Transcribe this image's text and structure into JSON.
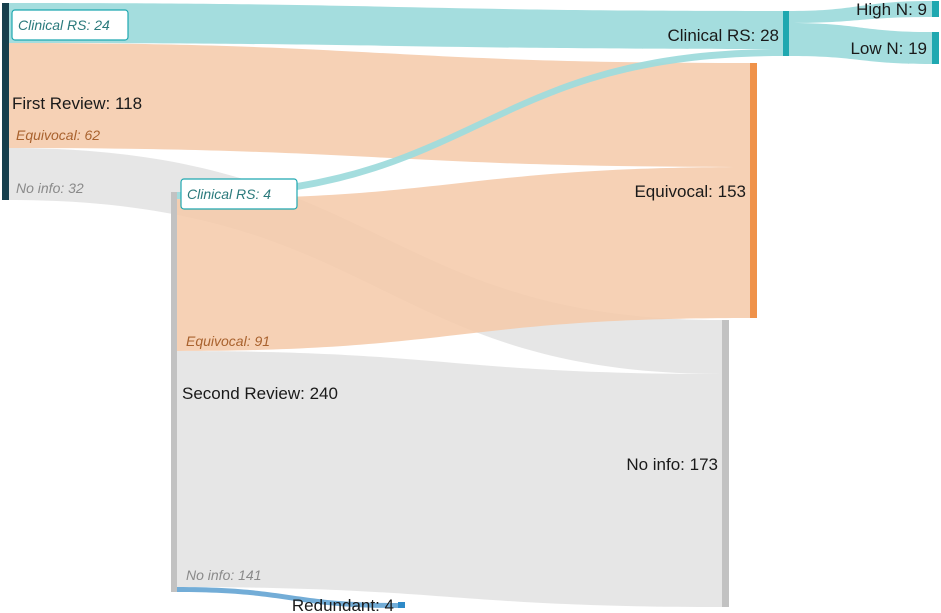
{
  "colors": {
    "clinical": "#9fdbdc",
    "clinical_node": "#1fa8b0",
    "equivocal": "#f5c9a8",
    "equivocal_node": "#ef924a",
    "noinfo": "#dedede",
    "noinfo_node": "#c2c2c2",
    "first_review_node": "#163f4d",
    "redundant": "#5a9fd0",
    "redundant_node": "#2f8ac8",
    "clinical_label_text": "#2b7a7c",
    "equivocal_label_text": "#a9622e",
    "noinfo_label_text": "#8a8a8a"
  },
  "nodes": {
    "first_review": "First Review: 118",
    "second_review": "Second Review: 240",
    "clinical_rs": "Clinical RS: 28",
    "equivocal": "Equivocal: 153",
    "no_info": "No info: 173",
    "high_n": "High N: 9",
    "low_n": "Low N: 19",
    "redundant": "Redundant: 4"
  },
  "flow_labels": {
    "first_clinical": "Clinical RS: 24",
    "first_equivocal": "Equivocal: 62",
    "first_noinfo": "No info: 32",
    "second_clinical": "Clinical RS: 4",
    "second_equivocal": "Equivocal: 91",
    "second_noinfo": "No info: 141"
  }
}
